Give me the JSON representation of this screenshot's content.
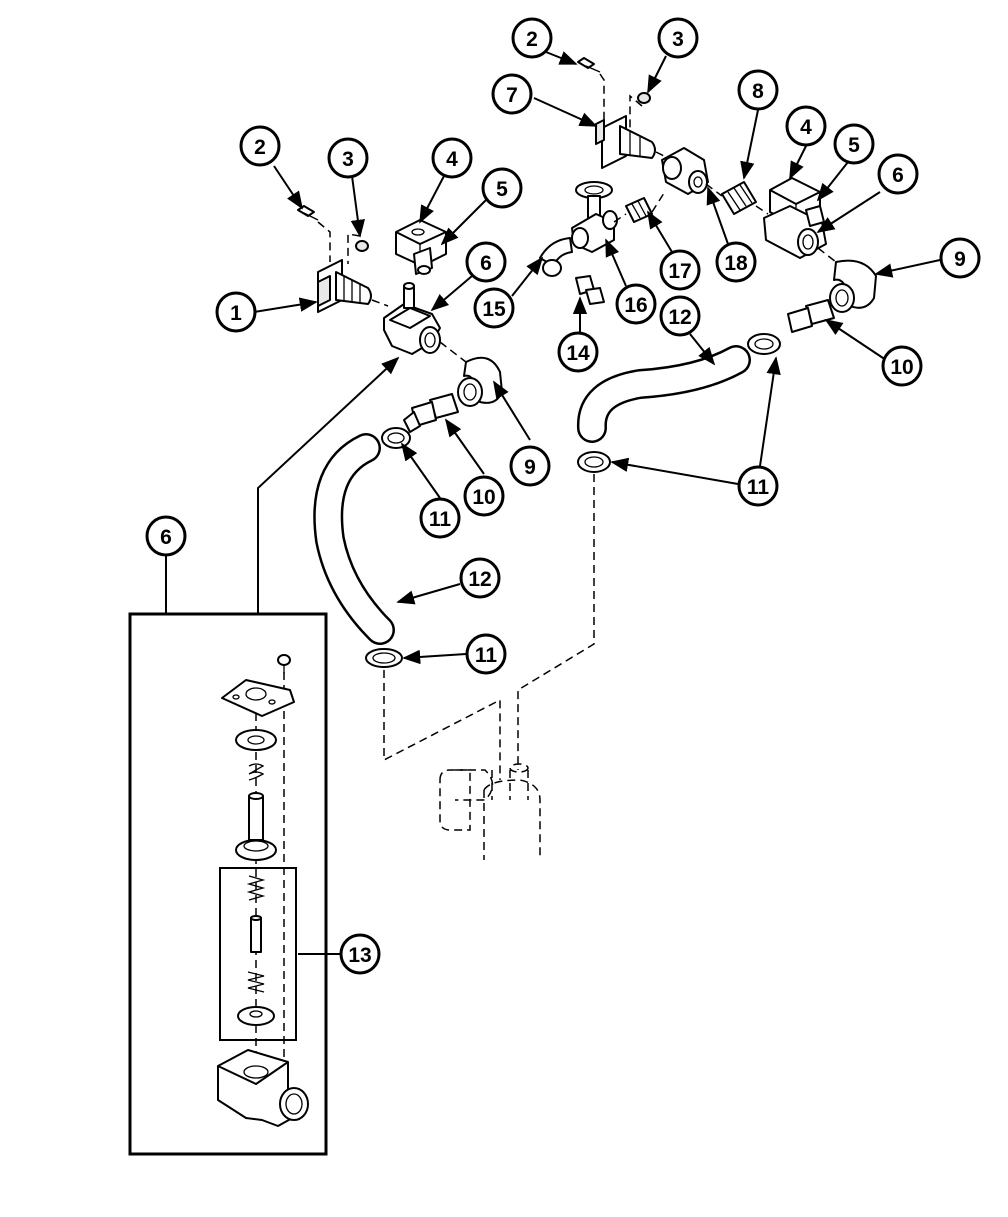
{
  "diagram": {
    "callouts": {
      "c1": "1",
      "c2a": "2",
      "c2b": "2",
      "c3a": "3",
      "c3b": "3",
      "c4a": "4",
      "c4b": "4",
      "c5a": "5",
      "c5b": "5",
      "c6a": "6",
      "c6b": "6",
      "c6c": "6",
      "c7": "7",
      "c8": "8",
      "c9a": "9",
      "c9b": "9",
      "c10a": "10",
      "c10b": "10",
      "c11a": "11",
      "c11b": "11",
      "c11c": "11",
      "c12a": "12",
      "c12b": "12",
      "c13": "13",
      "c14": "14",
      "c15": "15",
      "c16": "16",
      "c17": "17",
      "c18": "18"
    }
  }
}
